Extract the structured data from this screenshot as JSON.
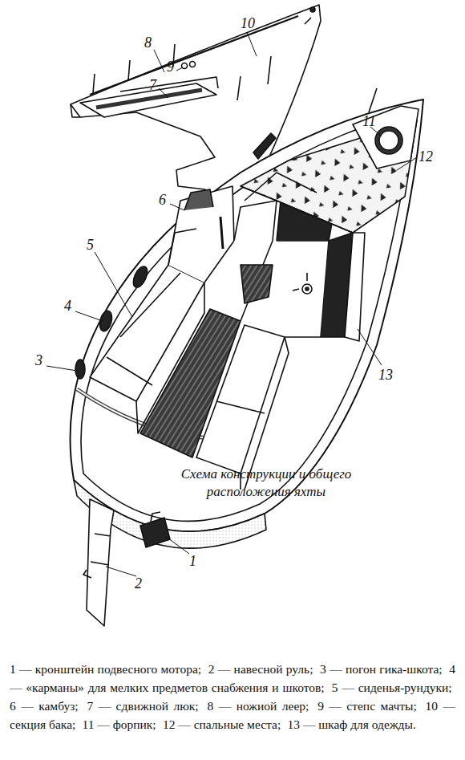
{
  "diagram": {
    "caption": "Схема конструкции и общего расположения яхты",
    "labels": [
      "10",
      "8",
      "9",
      "7",
      "6",
      "11",
      "12",
      "5",
      "4",
      "3",
      "13",
      "1",
      "2",
      "1 — кронштейн подвесного мотора;",
      "2 — навесной руль;",
      "3 — погон гика-шкота;",
      "4 — «карманы» для мелких предметов снабжения и шкотов;",
      "5 — сиденья-рундуки;",
      "6 — камбуз;",
      "7 — сдвижной люк;",
      "8 — ножиой леер;",
      "9 — степс мачты;",
      "10 — секция бака;",
      "11 — форпик;",
      "12 — спальные места;",
      "13 — шкаф для одежды."
    ]
  }
}
